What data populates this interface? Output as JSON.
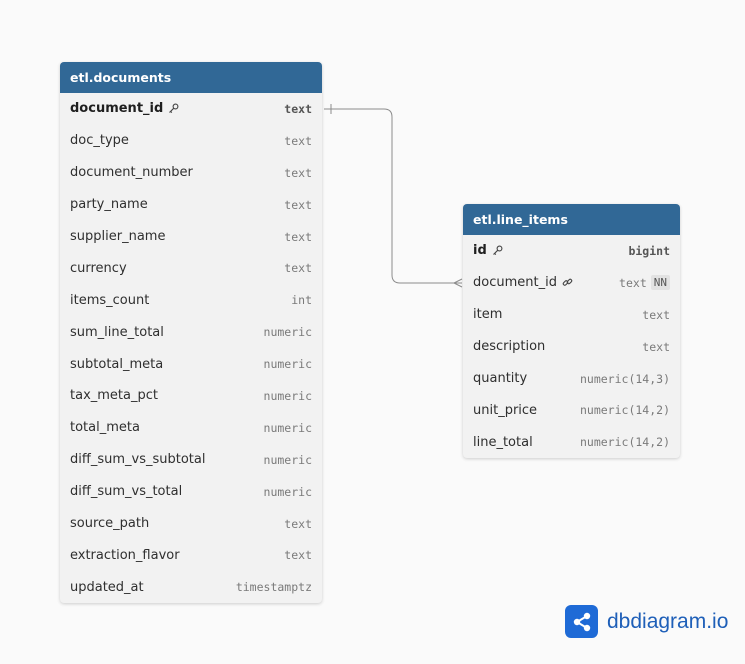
{
  "tables": [
    {
      "name": "etl.documents",
      "columns": [
        {
          "name": "document_id",
          "type": "text",
          "pk": true
        },
        {
          "name": "doc_type",
          "type": "text"
        },
        {
          "name": "document_number",
          "type": "text"
        },
        {
          "name": "party_name",
          "type": "text"
        },
        {
          "name": "supplier_name",
          "type": "text"
        },
        {
          "name": "currency",
          "type": "text"
        },
        {
          "name": "items_count",
          "type": "int"
        },
        {
          "name": "sum_line_total",
          "type": "numeric"
        },
        {
          "name": "subtotal_meta",
          "type": "numeric"
        },
        {
          "name": "tax_meta_pct",
          "type": "numeric"
        },
        {
          "name": "total_meta",
          "type": "numeric"
        },
        {
          "name": "diff_sum_vs_subtotal",
          "type": "numeric"
        },
        {
          "name": "diff_sum_vs_total",
          "type": "numeric"
        },
        {
          "name": "source_path",
          "type": "text"
        },
        {
          "name": "extraction_flavor",
          "type": "text"
        },
        {
          "name": "updated_at",
          "type": "timestamptz"
        }
      ]
    },
    {
      "name": "etl.line_items",
      "columns": [
        {
          "name": "id",
          "type": "bigint",
          "pk": true
        },
        {
          "name": "document_id",
          "type": "text",
          "fk": true,
          "badge": "NN"
        },
        {
          "name": "item",
          "type": "text"
        },
        {
          "name": "description",
          "type": "text"
        },
        {
          "name": "quantity",
          "type": "numeric(14,3)"
        },
        {
          "name": "unit_price",
          "type": "numeric(14,2)"
        },
        {
          "name": "line_total",
          "type": "numeric(14,2)"
        }
      ]
    }
  ],
  "relationship": {
    "from": "etl.documents.document_id",
    "to": "etl.line_items.document_id",
    "cardinality": "one-to-many"
  },
  "brand": {
    "text": "dbdiagram.io",
    "icon": "share-nodes-icon",
    "color": "#1e6ad6"
  },
  "colors": {
    "header": "#316896",
    "body": "#f2f2f2",
    "background": "#fafafa"
  }
}
